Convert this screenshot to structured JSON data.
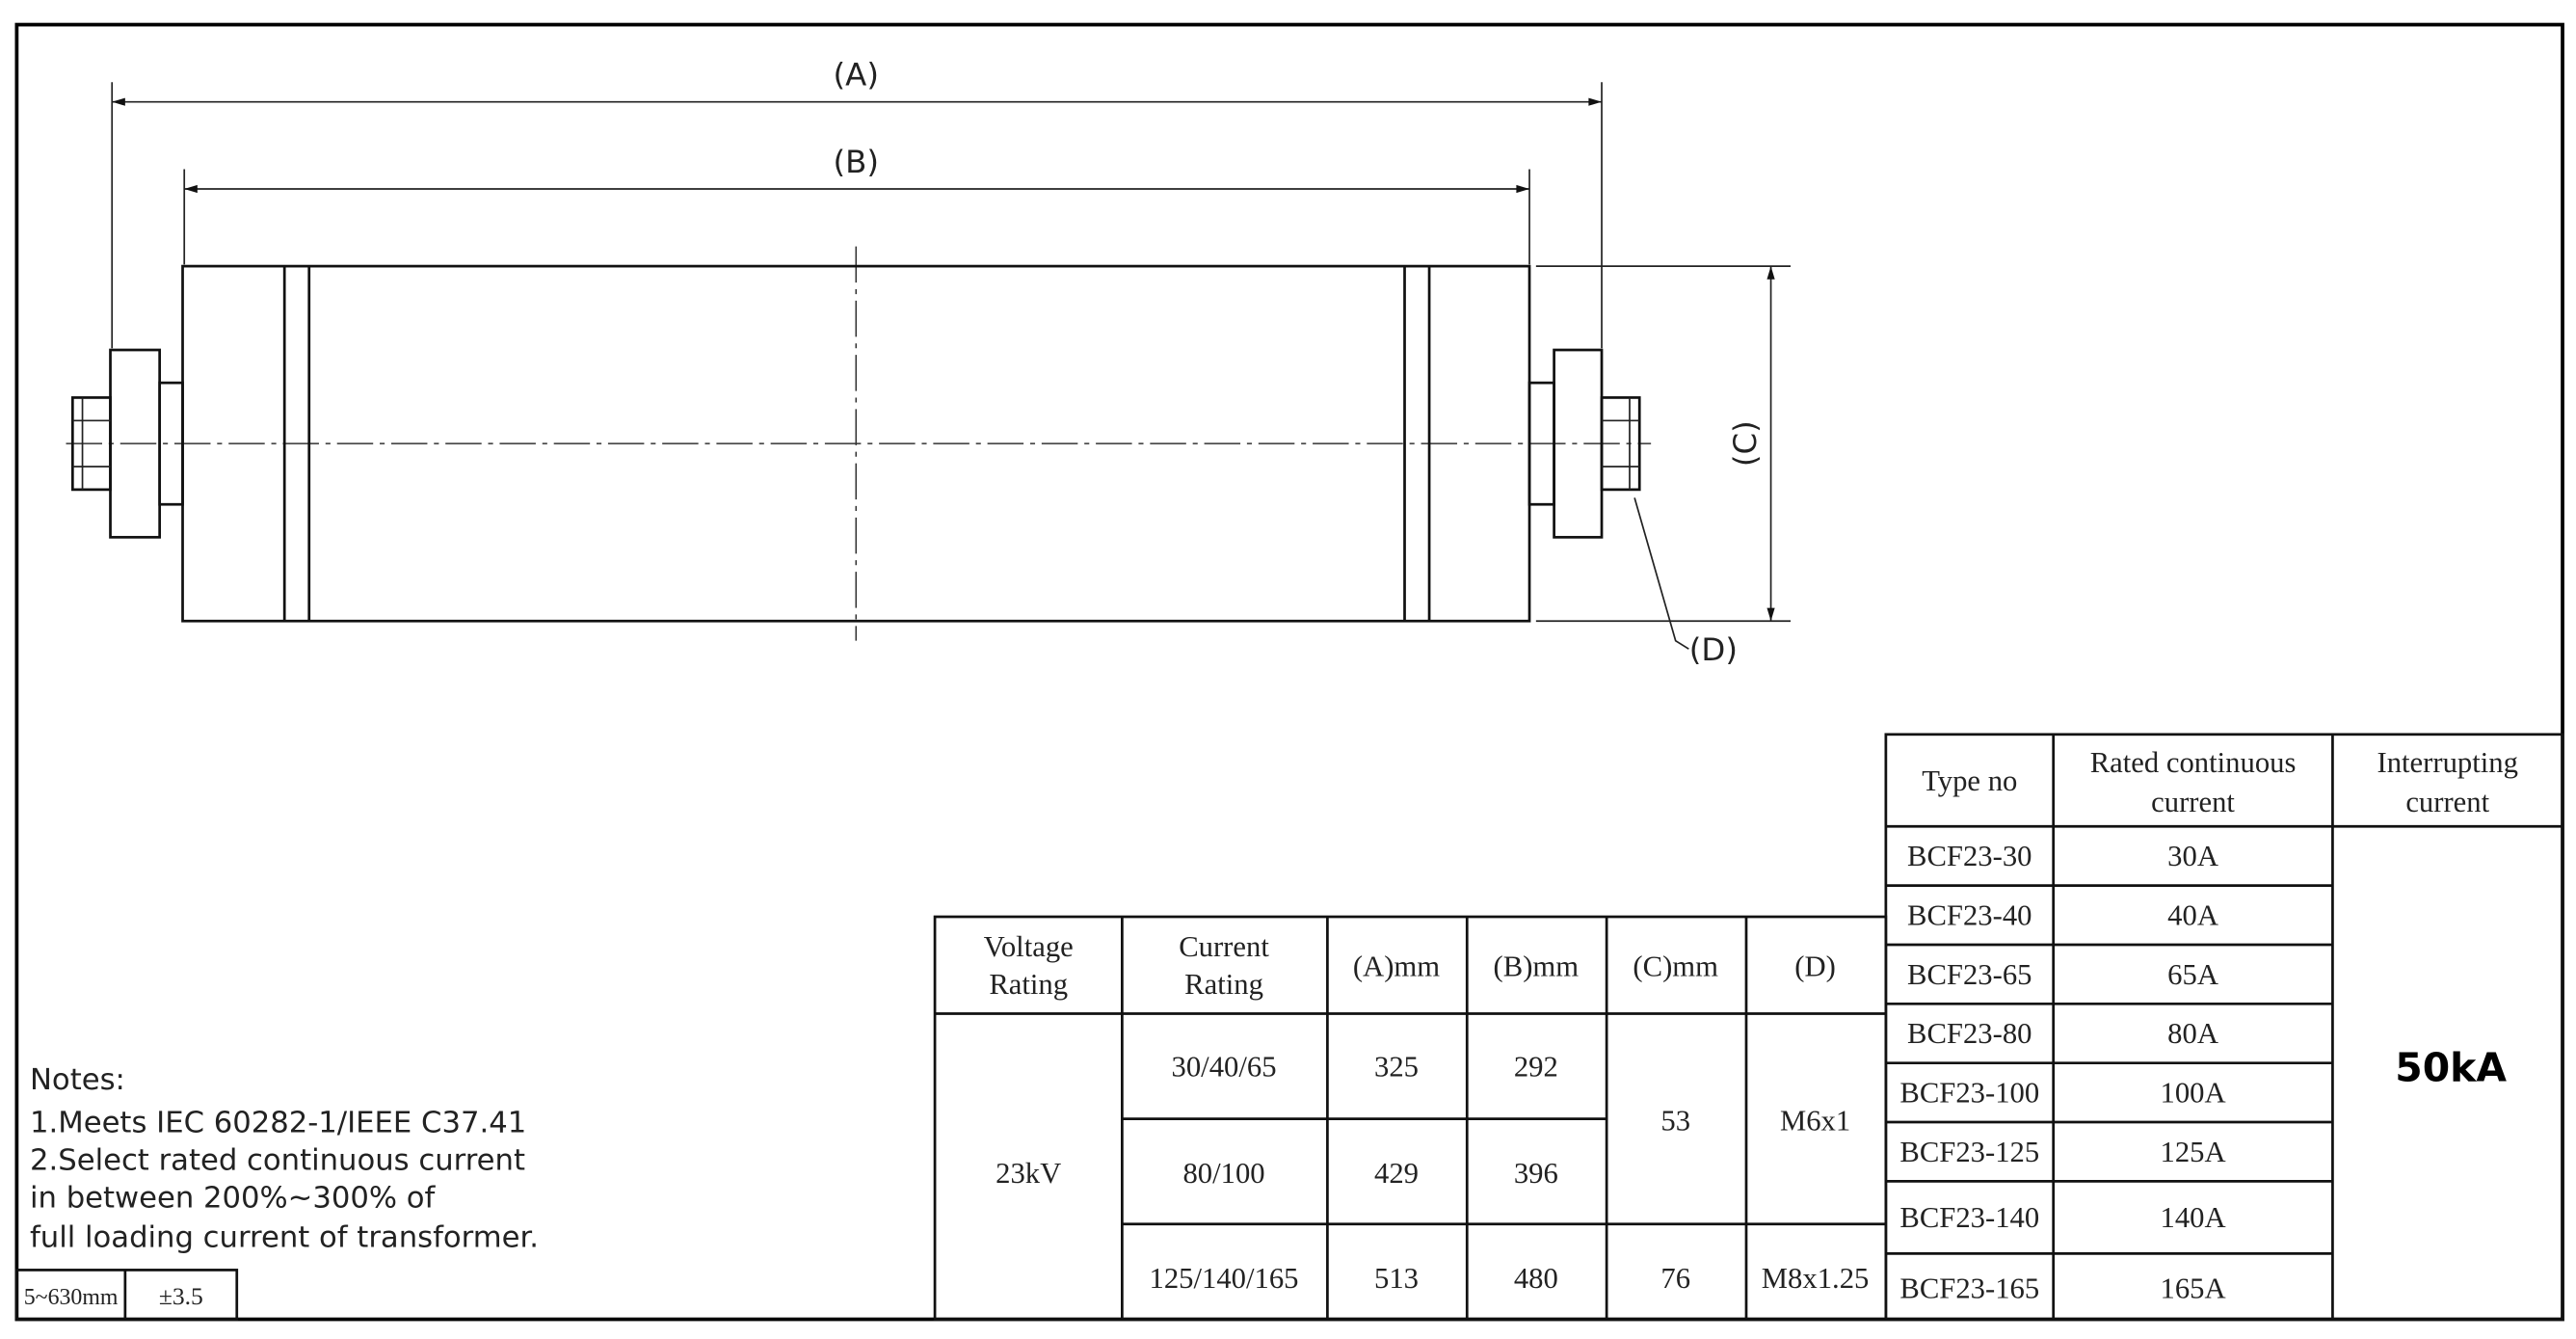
{
  "drawing": {
    "dim_a": "(A)",
    "dim_b": "(B)",
    "dim_c": "(C)",
    "dim_d": "(D)"
  },
  "notes": {
    "title": "Notes:",
    "lines": [
      "1.Meets IEC 60282-1/IEEE C37.41",
      "2.Select rated continuous current",
      "in between 200%~300% of",
      "full loading current of transformer."
    ]
  },
  "tolerance": {
    "range": "5~630mm",
    "value": "±3.5"
  },
  "dimension_table": {
    "headers": [
      [
        "Voltage",
        "Rating"
      ],
      [
        "Current",
        "Rating"
      ],
      "(A)mm",
      "(B)mm",
      "(C)mm",
      "(D)"
    ],
    "voltage": "23kV",
    "rows": [
      {
        "current": "30/40/65",
        "a": "325",
        "b": "292"
      },
      {
        "current": "80/100",
        "a": "429",
        "b": "396"
      },
      {
        "current": "125/140/165",
        "a": "513",
        "b": "480"
      }
    ],
    "c_values": [
      "53",
      "76"
    ],
    "d_values": [
      "M6x1",
      "M8x1.25"
    ]
  },
  "type_table": {
    "headers": [
      "Type no",
      [
        "Rated continuous",
        "current"
      ],
      [
        "Interrupting",
        "current"
      ]
    ],
    "rows": [
      {
        "type": "BCF23-30",
        "current": "30A"
      },
      {
        "type": "BCF23-40",
        "current": "40A"
      },
      {
        "type": "BCF23-65",
        "current": "65A"
      },
      {
        "type": "BCF23-80",
        "current": "80A"
      },
      {
        "type": "BCF23-100",
        "current": "100A"
      },
      {
        "type": "BCF23-125",
        "current": "125A"
      },
      {
        "type": "BCF23-140",
        "current": "140A"
      },
      {
        "type": "BCF23-165",
        "current": "165A"
      }
    ],
    "interrupting": "50kA"
  }
}
